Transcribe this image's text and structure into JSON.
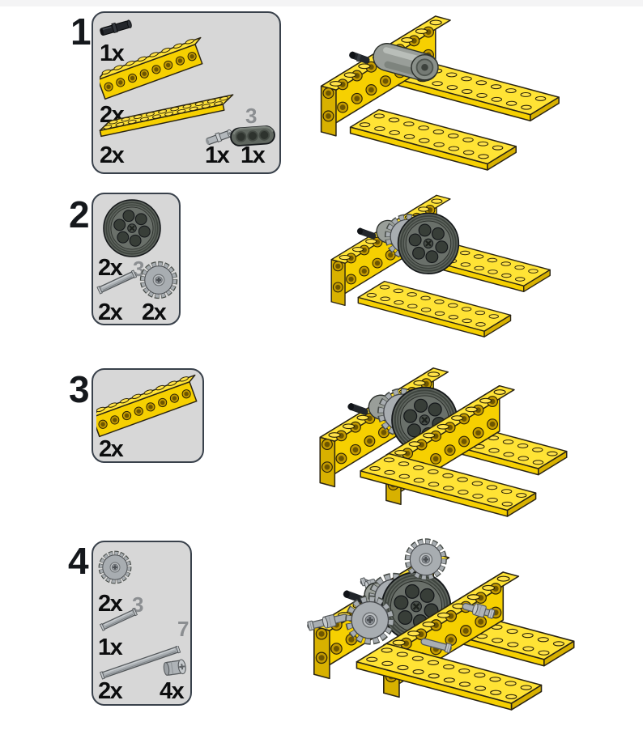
{
  "document": {
    "kind": "lego-building-instructions-page"
  },
  "colors": {
    "page_background": "#FFFFFF",
    "parts_box_fill": "#D7D7D7",
    "parts_box_border": "#39414B",
    "step_number_color": "#15181C",
    "quantity_label_color": "#0C0D0E",
    "length_label_color": "#8B8E91",
    "part_yellow": "#F6D001",
    "part_yellow_light": "#FFE335",
    "part_yellow_dark": "#D8B100",
    "part_gray_light": "#A9AEB3",
    "part_gray_dark": "#5E645E",
    "part_black": "#22262B"
  },
  "steps": [
    {
      "number": "1",
      "parts": [
        {
          "qty": "1x",
          "name": "black-friction-pin"
        },
        {
          "qty": "2x",
          "name": "yellow-technic-brick-1x8"
        },
        {
          "qty": "2x",
          "name": "yellow-plate-2x10"
        },
        {
          "qty": "1x",
          "name": "light-gray-pin"
        },
        {
          "qty": "1x",
          "name": "dark-gray-liftarm-1x3",
          "length_label": "3"
        }
      ],
      "assembly": "two stacked technic bricks with two fork plates, black pin and gray liftarm"
    },
    {
      "number": "2",
      "parts": [
        {
          "qty": "2x",
          "name": "dark-gray-pulley-wheel"
        },
        {
          "qty": "2x",
          "name": "gray-axle-3",
          "length_label": "3"
        },
        {
          "qty": "2x",
          "name": "gray-gear-16-tooth"
        }
      ],
      "assembly": "pulley wheel and gear mounted on the frame"
    },
    {
      "number": "3",
      "parts": [
        {
          "qty": "2x",
          "name": "yellow-technic-brick-1x8"
        }
      ],
      "assembly": "second technic brick wall added in front of the pulley"
    },
    {
      "number": "4",
      "parts": [
        {
          "qty": "2x",
          "name": "gray-gear-16-tooth"
        },
        {
          "qty": "1x",
          "name": "gray-axle-3",
          "length_label": "3"
        },
        {
          "qty": "2x",
          "name": "gray-axle-7",
          "length_label": "7"
        },
        {
          "qty": "4x",
          "name": "gray-bushing"
        }
      ],
      "assembly": "axles, gears and bushings completing the gearbox"
    }
  ]
}
